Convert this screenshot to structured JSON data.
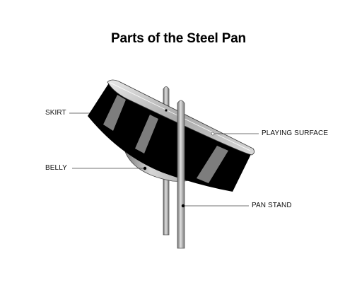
{
  "title": "Parts of the Steel Pan",
  "labels": {
    "skirt": "SKIRT",
    "playing_surface": "PLAYING SURFACE",
    "belly": "BELLY",
    "pan_stand": "PAN STAND"
  },
  "colors": {
    "skirt": "#000000",
    "skirt_stripe": "#7d7d7d",
    "rim": "#bfbfbf",
    "belly": "#a6a6a6",
    "stand": "#9a9a9a",
    "leader_line": "#444444"
  }
}
